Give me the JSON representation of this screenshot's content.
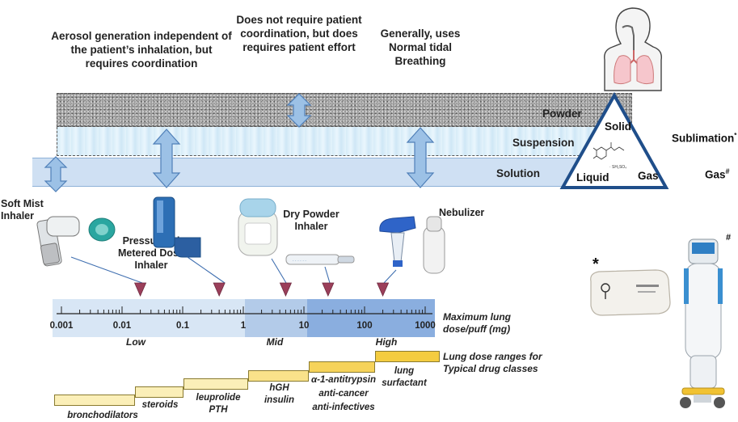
{
  "headers": {
    "smi": "Aerosol generation independent of the patient’s inhalation, but requires coordination",
    "pmdi": "Does not require patient coordination, but does requires patient effort",
    "neb": "Generally, uses Normal tidal Breathing"
  },
  "bands": {
    "powder": "Powder",
    "suspension": "Suspension",
    "solution": "Solution"
  },
  "phase": {
    "solid": "Solid",
    "liquid": "Liquid",
    "gas": "Gas",
    "sublimation": "Sublimation",
    "sublimation_mark": "*",
    "gas_outer": "Gas",
    "gas_outer_mark": "#"
  },
  "devices": {
    "soft_mist": "Soft Mist Inhaler",
    "pmdi": "Pressurized Metered Dose Inhaler",
    "dpi": "Dry Powder Inhaler",
    "nebulizer": "Nebulizer"
  },
  "scale": {
    "ticks": [
      {
        "value": 0.001,
        "label": "0.001"
      },
      {
        "value": 0.01,
        "label": "0.01"
      },
      {
        "value": 0.1,
        "label": "0.1"
      },
      {
        "value": 1,
        "label": "1"
      },
      {
        "value": 10,
        "label": "10"
      },
      {
        "value": 100,
        "label": "100"
      },
      {
        "value": 1000,
        "label": "1000"
      }
    ],
    "ranges": {
      "low": "Low",
      "mid": "Mid",
      "high": "High"
    },
    "axis_label": "Maximum lung dose/puff (mg)",
    "colors": {
      "low": "#d8e6f5",
      "mid": "#b3cbe9",
      "high": "#8aaedf"
    }
  },
  "markers": [
    {
      "device": "soft_mist",
      "value": 0.02
    },
    {
      "device": "pmdi",
      "value": 0.4
    },
    {
      "device": "dpi",
      "value": 5
    },
    {
      "device": "dpi_strip",
      "value": 25
    },
    {
      "device": "nebulizer",
      "value": 200
    }
  ],
  "drug_classes": {
    "title": "Lung dose ranges for Typical drug classes",
    "items": [
      {
        "name": "bronchodilators"
      },
      {
        "name": "steroids"
      },
      {
        "name": "leuprolide\nPTH"
      },
      {
        "name": "hGH\ninsulin"
      },
      {
        "name": "α-1-antitrypsin\nanti-cancer\nanti-infectives"
      },
      {
        "name": "lung\nsurfactant"
      }
    ]
  },
  "marks": {
    "star": "*",
    "hash": "#"
  }
}
